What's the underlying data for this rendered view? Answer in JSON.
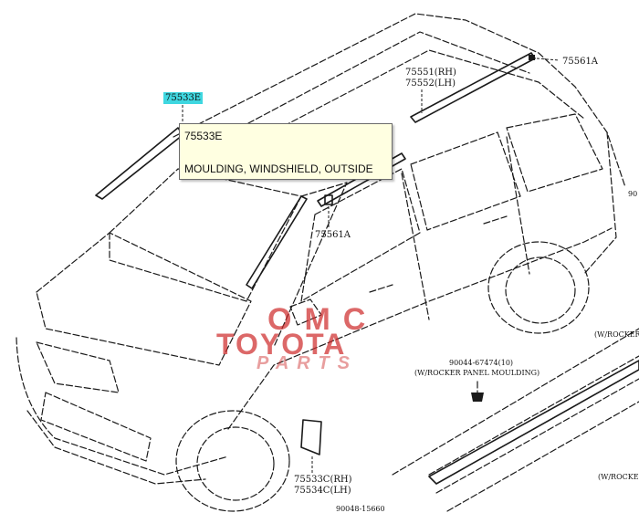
{
  "labels": {
    "code_75533e": "75533E",
    "code_75561a_top": "75561A",
    "code_75551": "75551(RH)",
    "code_75552": "75552(LH)",
    "code_75561a_mid": "75561A",
    "code_75533c": "75533C(RH)",
    "code_75534c": "75534C(LH)",
    "code_90044": "90044-67474(10)",
    "note_rocker": "(W/ROCKER PANEL MOULDING)",
    "edge_right_top": "(W/ROCKER",
    "edge_right_bottom": "(W/ROCKER",
    "edge_right_90": "90",
    "edge_bottom": "90048-15660"
  },
  "tooltip": {
    "code": "75533E",
    "description": "MOULDING, WINDSHIELD, OUTSIDE"
  },
  "watermark": {
    "line1": "OMC",
    "line2": "TOYOTA",
    "line3": "PARTS"
  },
  "colors": {
    "highlight": "#3fd7e0",
    "tooltip_bg": "#ffffe1",
    "watermark": "#cd2828"
  }
}
